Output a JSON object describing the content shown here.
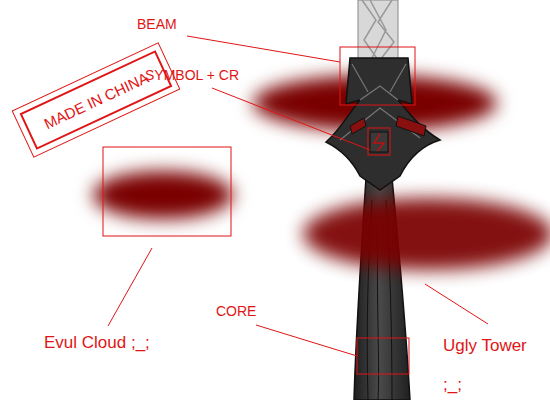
{
  "diagram": {
    "nodes": [
      {
        "text": [
          "MADE IN CHINA"
        ]
      }
    ],
    "labels": [
      "BEAM",
      "SYMBOL + CR",
      "Evul Cloud ;_;",
      "CORE",
      "Ugly Tower ;_;"
    ]
  }
}
